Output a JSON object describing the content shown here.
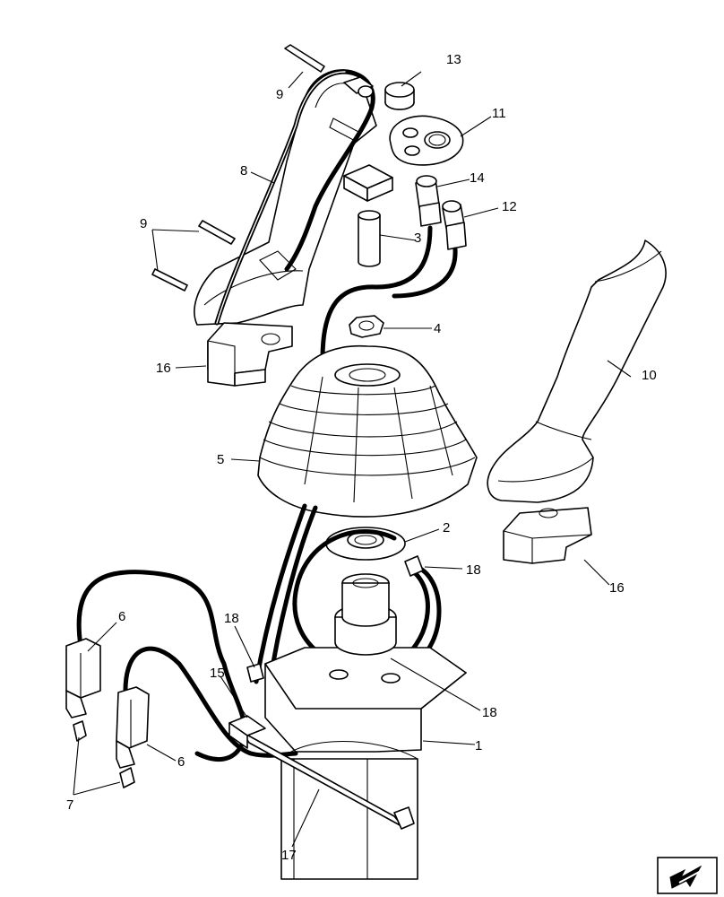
{
  "callouts": {
    "c1": "1",
    "c2": "2",
    "c3": "3",
    "c4": "4",
    "c5": "5",
    "c6a": "6",
    "c6b": "6",
    "c7": "7",
    "c8": "8",
    "c9a": "9",
    "c9b": "9",
    "c10": "10",
    "c11": "11",
    "c12": "12",
    "c13": "13",
    "c14": "14",
    "c15": "15",
    "c16a": "16",
    "c16b": "16",
    "c17": "17",
    "c18a": "18",
    "c18b": "18",
    "c18c": "18"
  },
  "nav": {
    "icon": "arrow-icon"
  }
}
